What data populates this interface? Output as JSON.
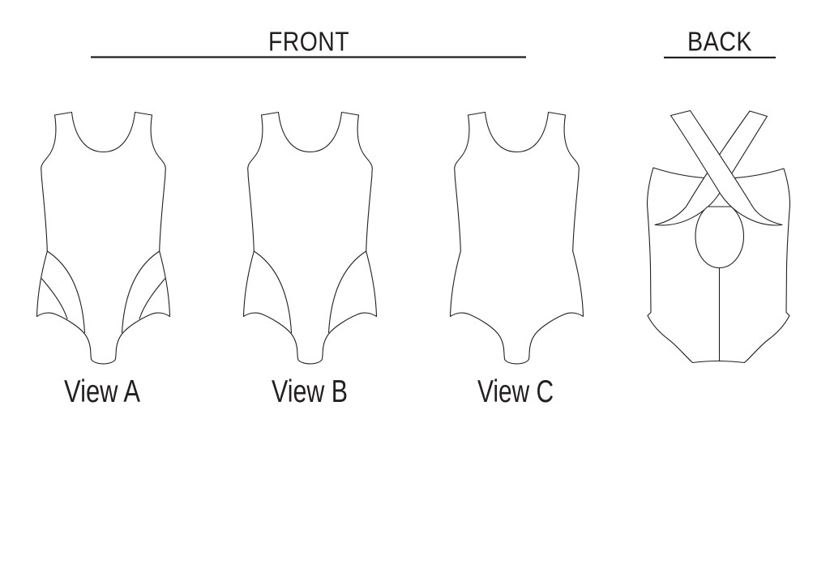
{
  "page": {
    "background": "#ffffff",
    "ink": "#231f20"
  },
  "front_section": {
    "title": "FRONT",
    "views": [
      {
        "label": "View A",
        "description": "front with double curved hip seams"
      },
      {
        "label": "View B",
        "description": "front with single curved hip seam"
      },
      {
        "label": "View C",
        "description": "plain front"
      }
    ]
  },
  "back_section": {
    "title": "BACK",
    "description": "back with crossed straps and teardrop keyhole"
  }
}
